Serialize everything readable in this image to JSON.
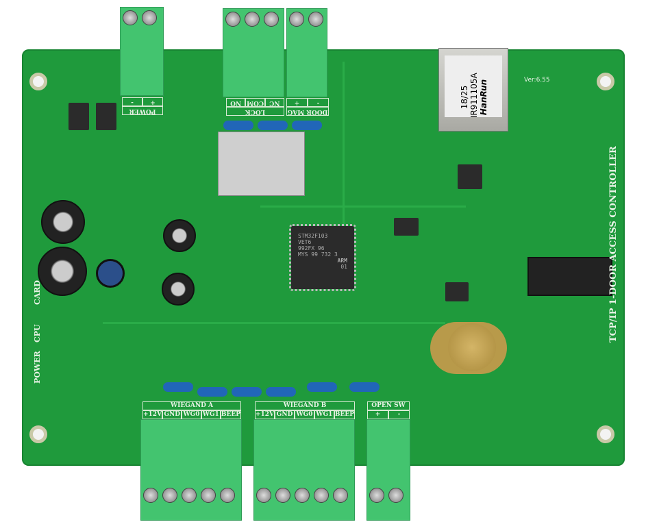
{
  "board": {
    "title": "TCP/IP 1-DOOR ACCESS CONTROLLER",
    "version": "Ver:6.55",
    "status_leds": [
      "POWER",
      "CPU",
      "CARD"
    ],
    "colors": {
      "pcb": "#1f9a3c",
      "terminal": "#43c46f",
      "capacitor": "#2166b8"
    }
  },
  "top_terminals": {
    "power": {
      "title": "POWER",
      "pins": [
        "+",
        "-"
      ]
    },
    "lock": {
      "title": "LOCK",
      "pins": [
        "NC",
        "COM",
        "NO"
      ]
    },
    "door": {
      "title": "DOOR MAG",
      "pins": [
        "-",
        "+"
      ]
    }
  },
  "ethernet": {
    "brand": "HanRun",
    "model": "HR911105A",
    "date": "18/25"
  },
  "mcu": {
    "lines": [
      "STM32F103",
      "VET6",
      "992FX 96",
      "MYS 99 732 3"
    ],
    "logo": "ARM",
    "mark": "01"
  },
  "bottom_terminals": {
    "wiegand_a": {
      "title": "WIEGAND A",
      "pins": [
        "+12V",
        "GND",
        "WG0",
        "WG1",
        "BEEP"
      ]
    },
    "wiegand_b": {
      "title": "WIEGAND B",
      "pins": [
        "+12V",
        "GND",
        "WG0",
        "WG1",
        "BEEP"
      ]
    },
    "open_sw": {
      "title": "OPEN SW",
      "pins": [
        "+",
        "-"
      ]
    }
  }
}
